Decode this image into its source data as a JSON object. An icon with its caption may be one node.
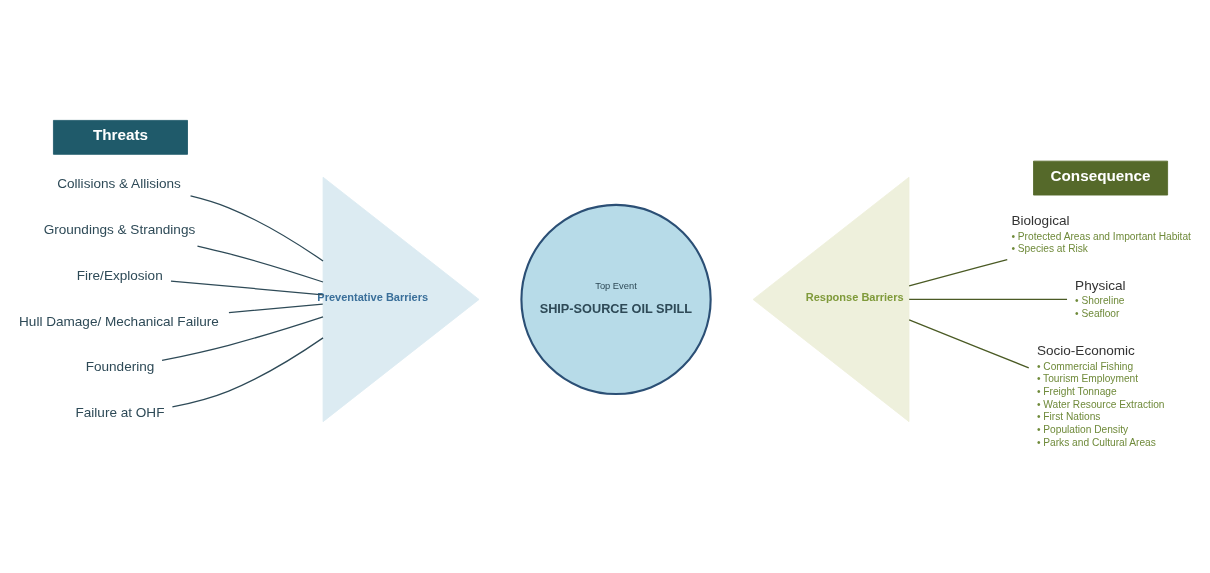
{
  "diagram": {
    "nodes": [
      {
        "text": [
          "Threats"
        ]
      },
      {
        "text": [
          "Consequence"
        ]
      },
      {
        "text": [
          "Collisions & Allisions"
        ]
      },
      {
        "text": [
          "Groundings & Strandings"
        ]
      },
      {
        "text": [
          "Fire/Explosion"
        ]
      },
      {
        "text": [
          "Hull Damage/ Mechanical Failure"
        ]
      },
      {
        "text": [
          "Foundering"
        ]
      },
      {
        "text": [
          "Failure at OHF"
        ]
      },
      {
        "text": [
          "Preventative Barriers"
        ]
      },
      {
        "text": [
          "Top Event",
          "SHIP-SOURCE OIL SPILL"
        ]
      },
      {
        "text": [
          "Response Barriers"
        ]
      },
      {
        "text": [
          "Biological",
          "• Protected Areas and Important Habitat",
          "• Species at Risk"
        ]
      },
      {
        "text": [
          "Physical",
          "• Shoreline",
          "• Seafloor"
        ]
      },
      {
        "text": [
          "Socio-Economic",
          "• Commercial Fishing",
          "• Tourism Employment",
          "• Freight Tonnage",
          "• Water Resource Extraction",
          "• First Nations",
          "• Population Density",
          "• Parks and Cultural Areas"
        ]
      }
    ],
    "edges": [
      {
        "from": 2,
        "to": 8,
        "arrow": "none",
        "color": "#2e4a57"
      },
      {
        "from": 3,
        "to": 8,
        "arrow": "none",
        "color": "#2e4a57"
      },
      {
        "from": 4,
        "to": 8,
        "arrow": "none",
        "color": "#2e4a57"
      },
      {
        "from": 5,
        "to": 8,
        "arrow": "none",
        "color": "#2e4a57"
      },
      {
        "from": 6,
        "to": 8,
        "arrow": "none",
        "color": "#2e4a57"
      },
      {
        "from": 7,
        "to": 8,
        "arrow": "none",
        "color": "#2e4a57"
      },
      {
        "from": 10,
        "to": 11,
        "arrow": "none",
        "color": "#4a5a24"
      },
      {
        "from": 10,
        "to": 12,
        "arrow": "none",
        "color": "#4a5a24"
      },
      {
        "from": 10,
        "to": 13,
        "arrow": "none",
        "color": "#4a5a24"
      }
    ]
  }
}
